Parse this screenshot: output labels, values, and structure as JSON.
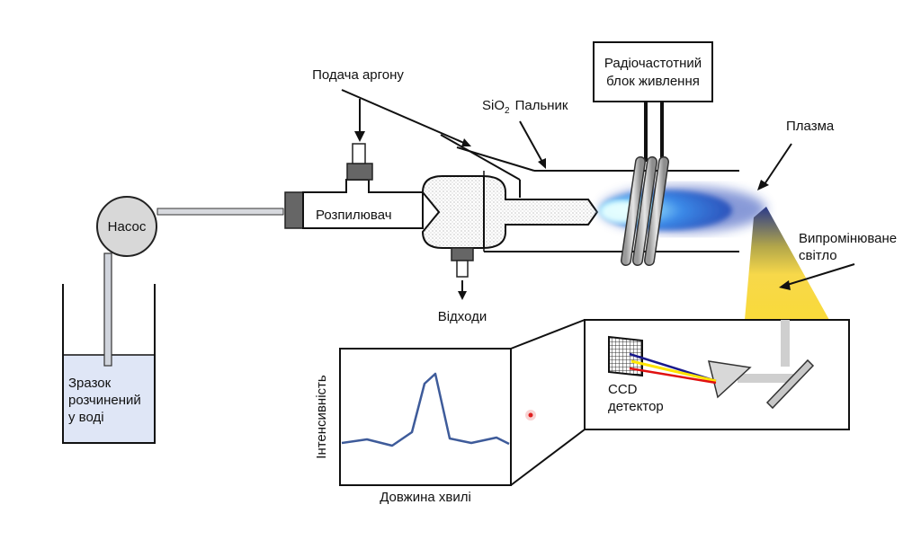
{
  "labels": {
    "argon": "Подача аргону",
    "torch_chem_main": "SiO",
    "torch_chem_sub": "2",
    "torch_word": "Пальник",
    "rf_line1": "Радіочастотний",
    "rf_line2": "блок живлення",
    "plasma": "Плазма",
    "pump": "Насос",
    "nebulizer": "Розпилювач",
    "waste": "Відходи",
    "emitted_line1": "Випромінюване",
    "emitted_line2": "світло",
    "sample_line1": "Зразок",
    "sample_line2": "розчинений",
    "sample_line3": "у воді",
    "ccd_line1": "CCD",
    "ccd_line2": "детектор",
    "graph_ylabel": "Інтенсивність",
    "graph_xlabel": "Довжина хвилі"
  },
  "colors": {
    "sample_liquid": "#dfe6f6",
    "plasma_core": "#e8ffff",
    "plasma_edge": "#2456c8",
    "emitted_light": "#f7d84a",
    "spectrum_line": "#3e5b9a",
    "ccd_beam_blue": "#1a1a8c",
    "ccd_beam_yellow": "#ffe400",
    "ccd_beam_red": "#e01010",
    "laser_dot": "#e02020"
  }
}
